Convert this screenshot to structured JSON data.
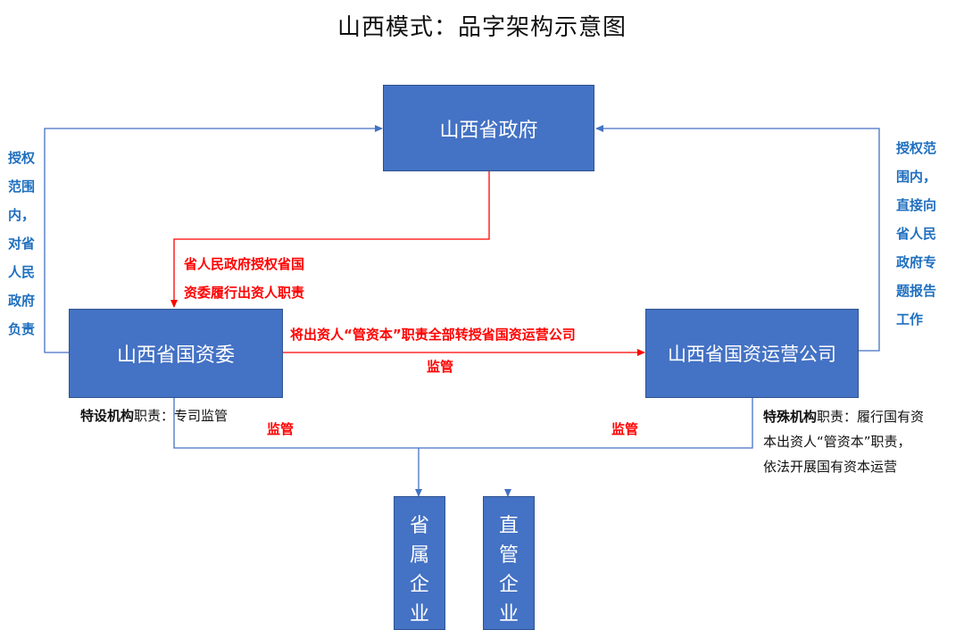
{
  "title": "山西模式：品字架构示意图",
  "boxes": {
    "gov": "山西省政府",
    "sasac": "山西省国资委",
    "operator": "山西省国资运营公司"
  },
  "enterprises": {
    "provincial": [
      "省",
      "属",
      "企",
      "业"
    ],
    "direct": [
      "直",
      "管",
      "企",
      "业"
    ]
  },
  "left_note": [
    "授权",
    "范围",
    "内，",
    "对省",
    "人民",
    "政府",
    "负责"
  ],
  "right_note": [
    "授权范",
    "围内，",
    "直接向",
    "省人民",
    "政府专",
    "题报告",
    "工作"
  ],
  "red_labels": {
    "gov_to_sasac_line1": "省人民政府授权省国",
    "gov_to_sasac_line2": "资委履行出资人职责",
    "transfer": "将出资人“管资本”职责全部转授省国资运营公司",
    "supervise_mid": "监管",
    "supervise_left": "监管",
    "supervise_right": "监管"
  },
  "sasac_desc": {
    "bold": "特设机构",
    "text": "职责：专司监管"
  },
  "operator_desc": {
    "bold": "特殊机构",
    "line1": "职责：履行国有资",
    "line2": "本出资人“管资本”职责，",
    "line3": "依法开展国有资本运营"
  },
  "colors": {
    "box_fill": "#4472c4",
    "line": "#4472c4",
    "red": "#ff0000",
    "note_blue": "#1f6fbf"
  }
}
